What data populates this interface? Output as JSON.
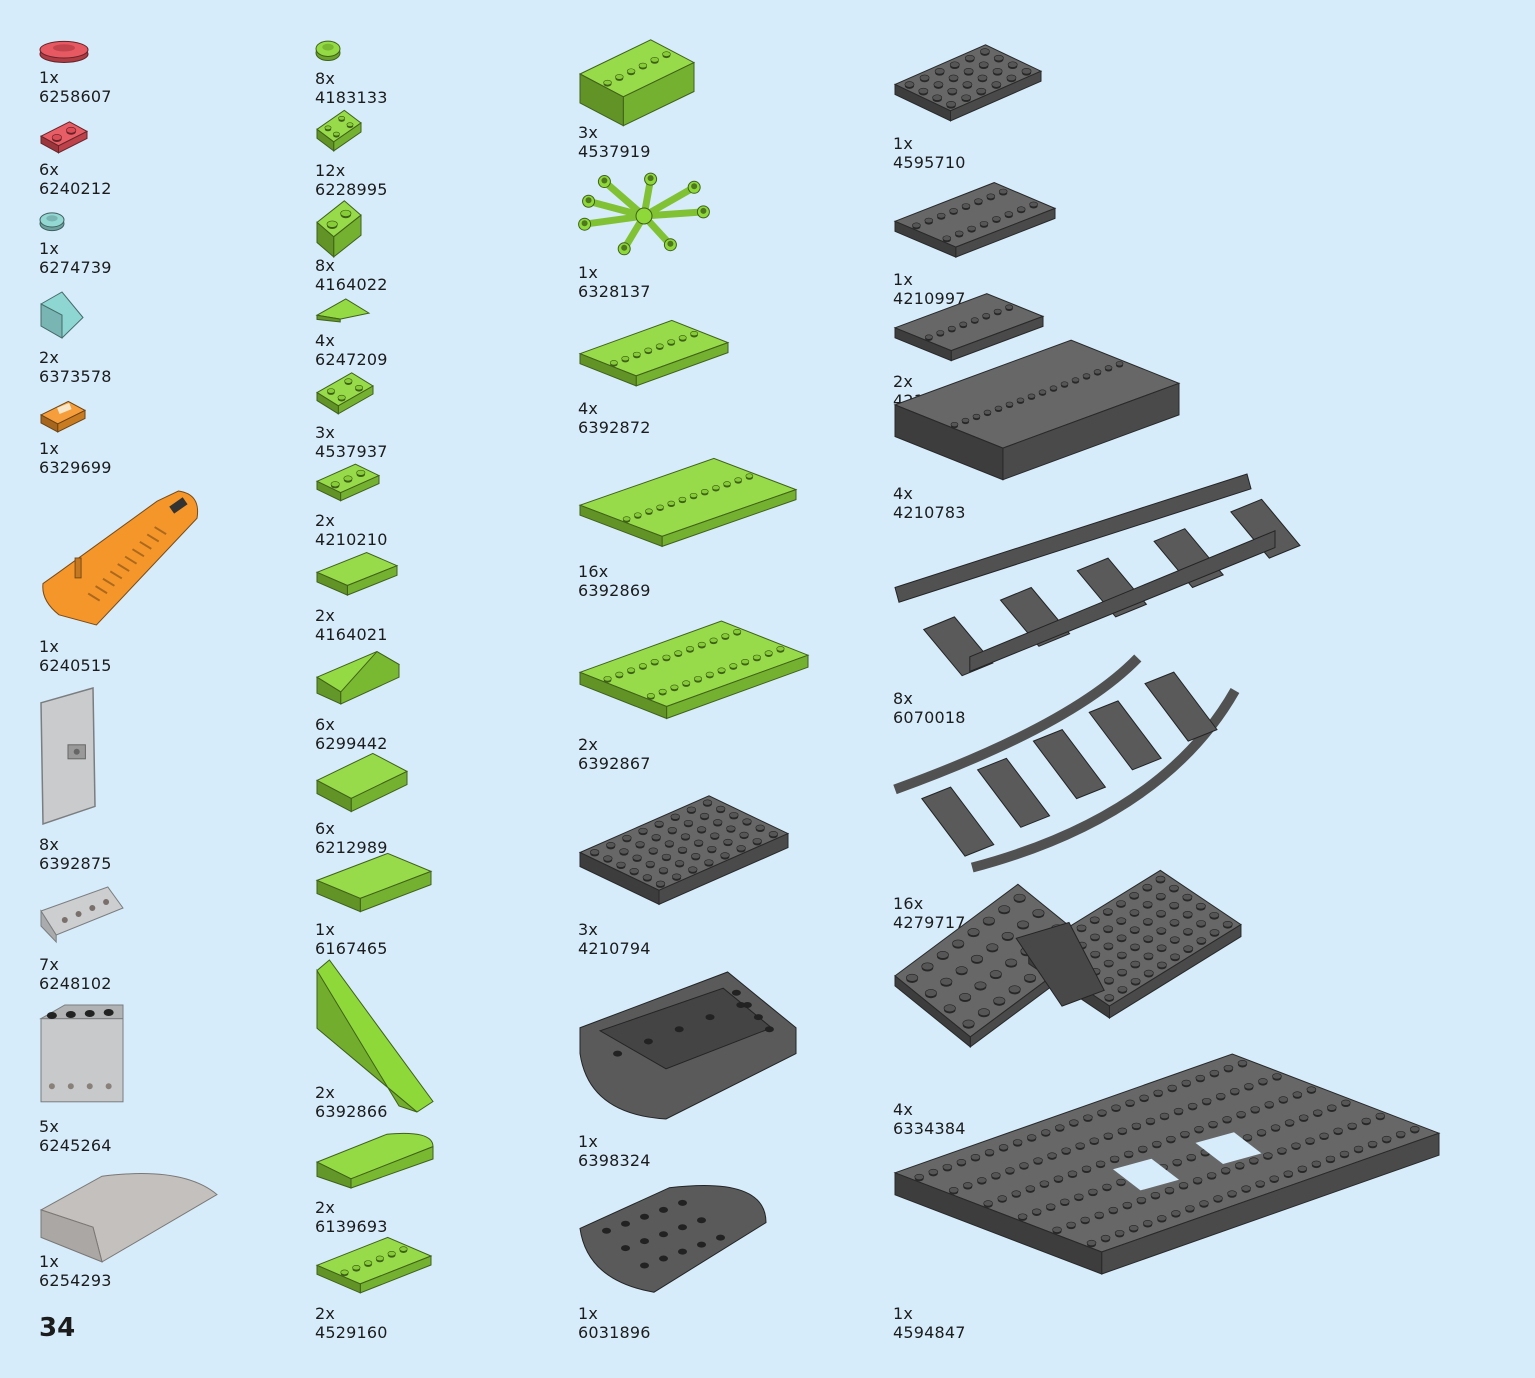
{
  "page_number": "34",
  "colors": {
    "background": "#d6ecfb",
    "lime": "#8ed83a",
    "dark_gray": "#5a5a5a",
    "orange": "#f5962a",
    "trans_red": "#e6505a",
    "trans_clear": "#b5b8ba"
  },
  "parts": [
    {
      "qty": "1x",
      "id": "6258607",
      "icon": "round-plate-icon",
      "color": "#e6505a"
    },
    {
      "qty": "6x",
      "id": "6240212",
      "icon": "plate-1x2-icon",
      "color": "#e6505a"
    },
    {
      "qty": "1x",
      "id": "6274739",
      "icon": "round-plate-icon",
      "color": "#8ed6d2"
    },
    {
      "qty": "2x",
      "id": "6373578",
      "icon": "slope-icon",
      "color": "#8ed6d2"
    },
    {
      "qty": "1x",
      "id": "6329699",
      "icon": "tile-printed-icon",
      "color": "#f5962a"
    },
    {
      "qty": "1x",
      "id": "6240515",
      "icon": "brick-separator-icon",
      "color": "#f5962a"
    },
    {
      "qty": "8x",
      "id": "6392875",
      "icon": "door-panel-icon",
      "color": "#b5b8ba"
    },
    {
      "qty": "7x",
      "id": "6248102",
      "icon": "panel-icon",
      "color": "#b5b8ba"
    },
    {
      "qty": "5x",
      "id": "6245264",
      "icon": "panel-wall-icon",
      "color": "#b5b8ba"
    },
    {
      "qty": "1x",
      "id": "6254293",
      "icon": "windscreen-icon",
      "color": "#b5b8ba"
    },
    {
      "qty": "8x",
      "id": "4183133",
      "icon": "round-plate-icon",
      "color": "#8ed83a"
    },
    {
      "qty": "12x",
      "id": "6228995",
      "icon": "corner-plate-icon",
      "color": "#8ed83a"
    },
    {
      "qty": "8x",
      "id": "4164022",
      "icon": "brick-1x2-icon",
      "color": "#8ed83a"
    },
    {
      "qty": "4x",
      "id": "6247209",
      "icon": "wedge-tile-icon",
      "color": "#8ed83a"
    },
    {
      "qty": "3x",
      "id": "4537937",
      "icon": "plate-2x2-icon",
      "color": "#8ed83a"
    },
    {
      "qty": "2x",
      "id": "4210210",
      "icon": "plate-1x3-icon",
      "color": "#8ed83a"
    },
    {
      "qty": "2x",
      "id": "4164021",
      "icon": "tile-icon",
      "color": "#8ed83a"
    },
    {
      "qty": "6x",
      "id": "6299442",
      "icon": "angle-plate-icon",
      "color": "#8ed83a"
    },
    {
      "qty": "6x",
      "id": "6212989",
      "icon": "tile-icon",
      "color": "#8ed83a"
    },
    {
      "qty": "1x",
      "id": "6167465",
      "icon": "tile-icon",
      "color": "#8ed83a"
    },
    {
      "qty": "2x",
      "id": "6392866",
      "icon": "slope-tall-icon",
      "color": "#8ed83a"
    },
    {
      "qty": "2x",
      "id": "6139693",
      "icon": "curved-slope-icon",
      "color": "#8ed83a"
    },
    {
      "qty": "2x",
      "id": "4529160",
      "icon": "plate-1x6-icon",
      "color": "#8ed83a"
    },
    {
      "qty": "3x",
      "id": "4537919",
      "icon": "brick-1x6-icon",
      "color": "#8ed83a"
    },
    {
      "qty": "1x",
      "id": "6328137",
      "icon": "plant-icon",
      "color": "#8ed83a"
    },
    {
      "qty": "4x",
      "id": "6392872",
      "icon": "plate-1x8-icon",
      "color": "#8ed83a"
    },
    {
      "qty": "16x",
      "id": "6392869",
      "icon": "plate-1x12-icon",
      "color": "#8ed83a"
    },
    {
      "qty": "2x",
      "id": "6392867",
      "icon": "plate-2x12-icon",
      "color": "#8ed83a"
    },
    {
      "qty": "3x",
      "id": "4210794",
      "icon": "plate-6x8-icon",
      "color": "#5a5a5a"
    },
    {
      "qty": "1x",
      "id": "6398324",
      "icon": "boat-bow-icon",
      "color": "#5a5a5a"
    },
    {
      "qty": "1x",
      "id": "6031896",
      "icon": "wedge-plate-icon",
      "color": "#5a5a5a"
    },
    {
      "qty": "1x",
      "id": "4595710",
      "icon": "plate-4x6-icon",
      "color": "#5a5a5a"
    },
    {
      "qty": "1x",
      "id": "4210997",
      "icon": "plate-2x8-icon",
      "color": "#5a5a5a"
    },
    {
      "qty": "2x",
      "id": "4210998",
      "icon": "plate-1x8-icon",
      "color": "#5a5a5a"
    },
    {
      "qty": "4x",
      "id": "4210783",
      "icon": "brick-1x16-icon",
      "color": "#5a5a5a"
    },
    {
      "qty": "8x",
      "id": "6070018",
      "icon": "straight-track-icon",
      "color": "#5a5a5a"
    },
    {
      "qty": "16x",
      "id": "4279717",
      "icon": "curved-track-icon",
      "color": "#5a5a5a"
    },
    {
      "qty": "4x",
      "id": "6334384",
      "icon": "train-base-ramp-icon",
      "color": "#5a5a5a"
    },
    {
      "qty": "1x",
      "id": "4594847",
      "icon": "train-base-plate-icon",
      "color": "#5a5a5a"
    }
  ]
}
